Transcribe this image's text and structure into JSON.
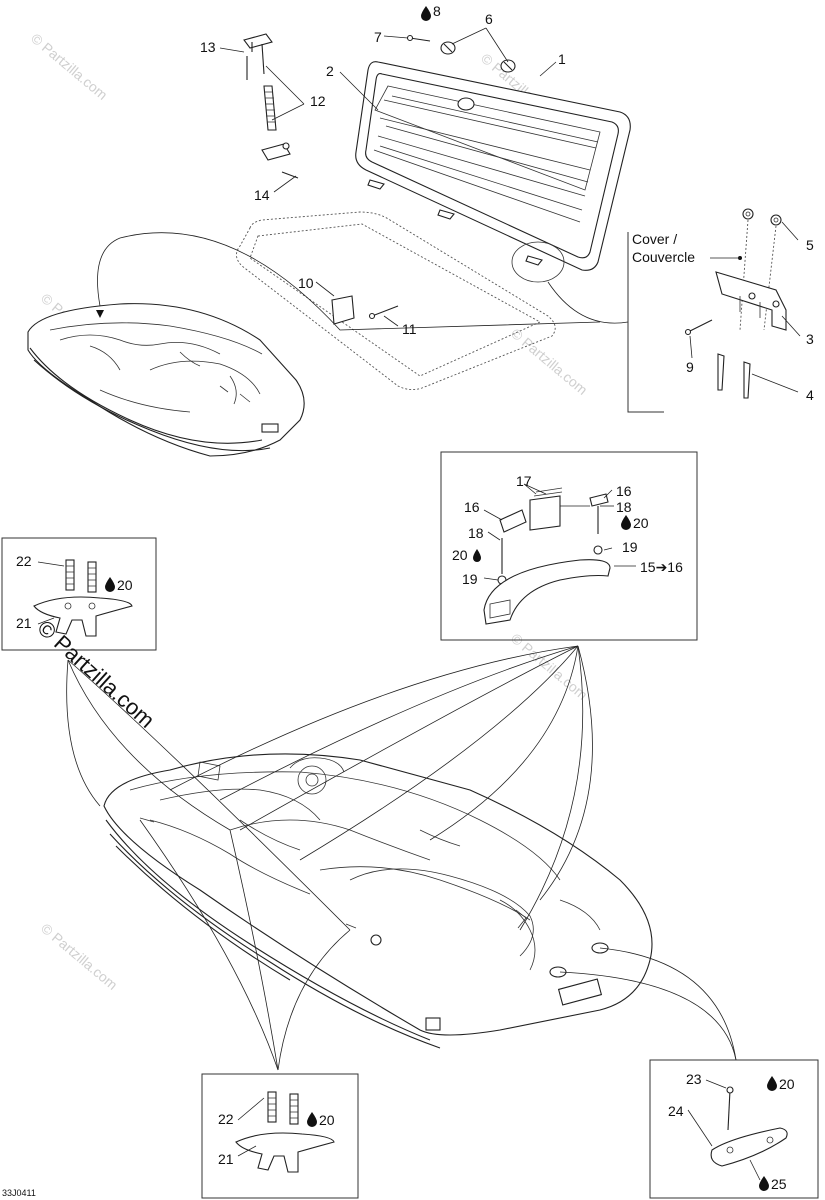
{
  "callouts": {
    "n1": "1",
    "n2": "2",
    "n3": "3",
    "n4": "4",
    "n5": "5",
    "n6": "6",
    "n7": "7",
    "n8": "8",
    "n9": "9",
    "n10": "10",
    "n11": "11",
    "n12": "12",
    "n13": "13",
    "n14": "14",
    "n16a": "16",
    "n16b": "16",
    "n17": "17",
    "n18a": "18",
    "n18b": "18",
    "n19a": "19",
    "n19b": "19",
    "n20a": "20",
    "n20b": "20",
    "n20c": "20",
    "n20d": "20",
    "n20e": "20",
    "n15to16": "15➔16",
    "n21a": "21",
    "n21b": "21",
    "n22a": "22",
    "n22b": "22",
    "n23": "23",
    "n24": "24",
    "n25": "25"
  },
  "cover_label_line1": "Cover /",
  "cover_label_line2": "Couvercle",
  "diagram_code": "33J0411",
  "watermark": "© Partzilla.com",
  "watermark_faint": "© Partzilla.com",
  "icons": {
    "drop": "drop-icon",
    "arrow": "arrow-right-icon"
  }
}
